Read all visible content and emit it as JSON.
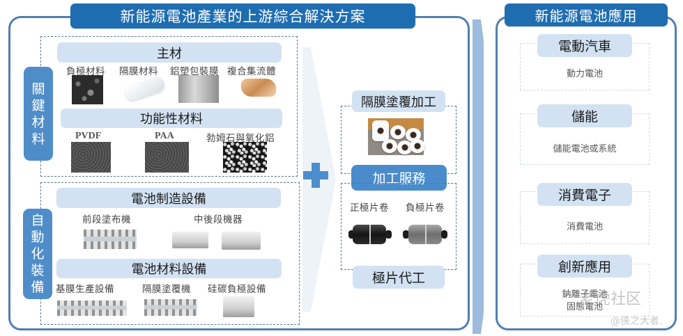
{
  "left_panel": {
    "title": "新能源電池產業的上游綜合解決方案",
    "key_materials": {
      "tag_chars": [
        "關",
        "鍵",
        "材",
        "料"
      ],
      "main_materials": {
        "header": "主材",
        "items": [
          {
            "label": "負極材料",
            "icon": "anode-sem-image"
          },
          {
            "label": "隔膜材料",
            "icon": "separator-roll-image"
          },
          {
            "label": "鋁塑包裝膜",
            "icon": "aluminum-film-image"
          },
          {
            "label": "複合集流體",
            "icon": "copper-foil-image"
          }
        ]
      },
      "functional_materials": {
        "header": "功能性材料",
        "items": [
          {
            "label": "PVDF",
            "icon": "pvdf-sem-image"
          },
          {
            "label": "PAA",
            "icon": "paa-sem-image"
          },
          {
            "label": "勃姆石與氧化鋁",
            "icon": "boehmite-sem-image"
          }
        ]
      }
    },
    "automation_equipment": {
      "tag_chars": [
        "自",
        "動",
        "化",
        "裝",
        "備"
      ],
      "battery_manufacturing": {
        "header": "電池制造設備",
        "items": [
          {
            "label": "前段塗布機",
            "icon": "coating-machine-image"
          },
          {
            "label": "中後段機器",
            "icon": "back-end-machine-image"
          }
        ]
      },
      "battery_material_equipment": {
        "header": "電池材料設備",
        "items": [
          {
            "label": "基膜生產設備",
            "icon": "base-film-line-image"
          },
          {
            "label": "隔膜塗覆機",
            "icon": "separator-coater-image"
          },
          {
            "label": "硅碳負極設備",
            "icon": "silicon-carbon-equipment-image"
          }
        ]
      }
    }
  },
  "middle": {
    "plus_icon": "plus-icon",
    "separator_coating": {
      "header": "隔膜塗覆加工",
      "icon": "separator-tape-rolls-image"
    },
    "processing_services": {
      "header": "加工服務"
    },
    "electrode_processing": {
      "items": [
        {
          "label": "正極片卷",
          "icon": "cathode-roll-image"
        },
        {
          "label": "負極片卷",
          "icon": "anode-roll-image"
        }
      ],
      "header": "極片代工"
    }
  },
  "right_panel": {
    "title": "新能源電池應用",
    "applications": [
      {
        "header": "電動汽車",
        "lines": [
          "動力電池"
        ]
      },
      {
        "header": "儲能",
        "lines": [
          "儲能電池或系統"
        ]
      },
      {
        "header": "消費電子",
        "lines": [
          "消費電池"
        ]
      },
      {
        "header": "創新應用",
        "lines": [
          "鈉離子電池",
          "固態電池"
        ]
      }
    ]
  },
  "watermarks": {
    "site": "老虎社区",
    "author": "@侠之大者."
  },
  "colors": {
    "title_blue": "#1f6db1",
    "frame_blue": "#4f7fb0",
    "tag_blue": "#4f8dc8",
    "pill_light": "#d2e2f2",
    "service_blue": "#4a8ccb"
  }
}
